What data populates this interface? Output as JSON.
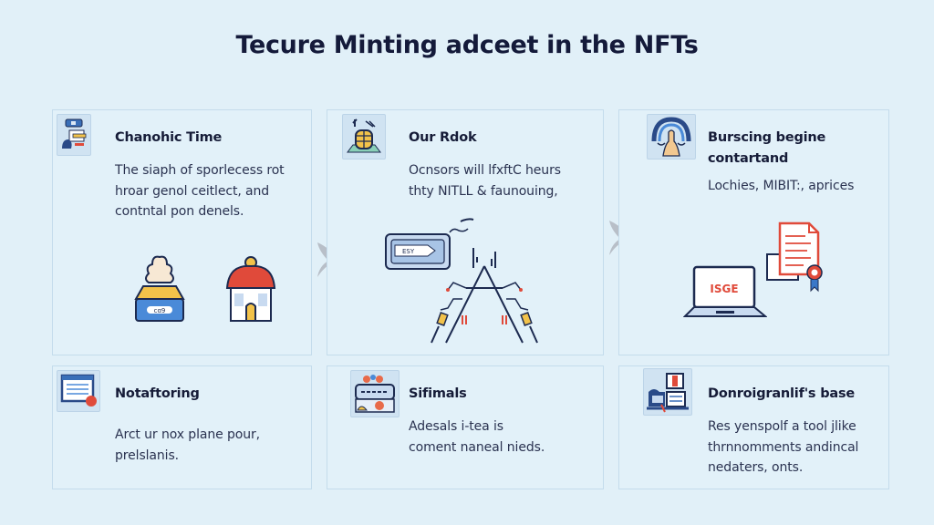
{
  "title": "Tecure Minting adceet in the NFTs",
  "colors": {
    "background": "#e1f0f8",
    "card_border": "#c4dcec",
    "heading": "#161c38",
    "accent_blue": "#3a78c8",
    "accent_red": "#e04a3a",
    "accent_yellow": "#f2c24a",
    "arrow_gray": "#b8bfc8"
  },
  "cards": [
    {
      "heading": "Chanohic Time",
      "body": "The siaph of sporlecess rot\nhroar genol ceitlect, and\ncontntal pon denels.",
      "icon": "workstation-icon",
      "illustrations": [
        "mint-jar-icon",
        "house-icon"
      ],
      "illustration_labels": {
        "jar": "cɑ9"
      }
    },
    {
      "heading": "Our Rdok",
      "body": "Ocnsors will lfxftC heurs\nthty NITLL & faunouing,",
      "icon": "mint-server-icon",
      "illustrations": [
        "token-card-icon",
        "network-tripod-icon"
      ],
      "illustration_labels": {
        "card": "ESY"
      }
    },
    {
      "heading": "Burscing begine\ncontartand",
      "body": "Lochies, MIBIT:, aprices",
      "icon": "community-icon",
      "illustrations": [
        "laptop-icon",
        "certificate-icon"
      ],
      "illustration_labels": {
        "laptop": "ISGE"
      }
    },
    {
      "heading": "Notaftoring",
      "body": "Arct ur nox plane pour,\nprelslanis.",
      "icon": "notification-window-icon"
    },
    {
      "heading": "Sifimals",
      "body": "Adesals i-tea is\ncoment naneal nieds.",
      "icon": "marketplace-icon"
    },
    {
      "heading": "Donroigranlif's base",
      "body": "Res yenspolf a tool jlike\nthrnnomments andincal\nnedaters, onts.",
      "icon": "dashboard-icon"
    }
  ],
  "arrows": [
    "flow-arrow-1",
    "flow-arrow-2"
  ]
}
